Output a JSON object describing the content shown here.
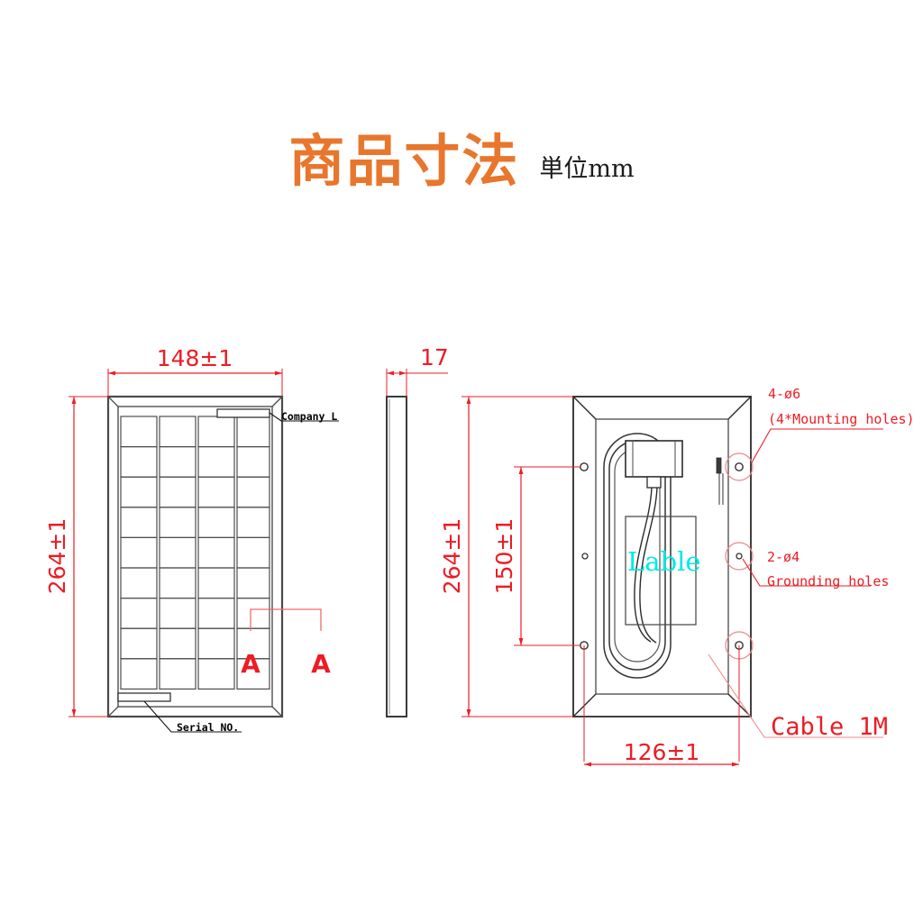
{
  "document": {
    "type": "technical-drawing",
    "background": "#ffffff"
  },
  "title": {
    "main": "商品寸法",
    "unit": "単位mm",
    "main_color": "#E8762C",
    "unit_color": "#1a1a1a"
  },
  "colors": {
    "dimension": "#ED1C24",
    "outline": "#555555",
    "outline_dark": "#333333",
    "label_cyan": "#00E8E8",
    "note": "#ED1C24"
  },
  "views": {
    "front": {
      "name": "front-view",
      "dimensions": {
        "width": "148±1",
        "height": "264±1"
      },
      "cells": {
        "columns": 4,
        "rows": 9,
        "total": 36
      },
      "labels": [
        {
          "name": "company-label-sticker",
          "text": "Company L"
        },
        {
          "name": "serial-no-sticker",
          "text": "Serial NO."
        }
      ],
      "section_marks": [
        {
          "name": "section-mark-left",
          "text": "A"
        },
        {
          "name": "section-mark-right",
          "text": "A"
        }
      ]
    },
    "side": {
      "name": "side-view",
      "dimensions": {
        "thickness": "17",
        "height": "264±1"
      }
    },
    "back": {
      "name": "back-view",
      "dimensions": {
        "height": "264±1",
        "hole_span_vertical": "150±1",
        "hole_span_horizontal": "126±1"
      },
      "label_text": "Lable",
      "notes": [
        {
          "name": "mounting-holes-note",
          "line1": "4-ø6",
          "line2": "(4*Mounting holes)"
        },
        {
          "name": "grounding-holes-note",
          "line1": "2-ø4",
          "line2": "Grounding holes"
        },
        {
          "name": "cable-note",
          "line1": "Cable 1M"
        }
      ],
      "features": {
        "mounting_holes": 4,
        "grounding_holes": 2,
        "junction_box": "junction-box",
        "cable": "cable-loop"
      }
    }
  }
}
